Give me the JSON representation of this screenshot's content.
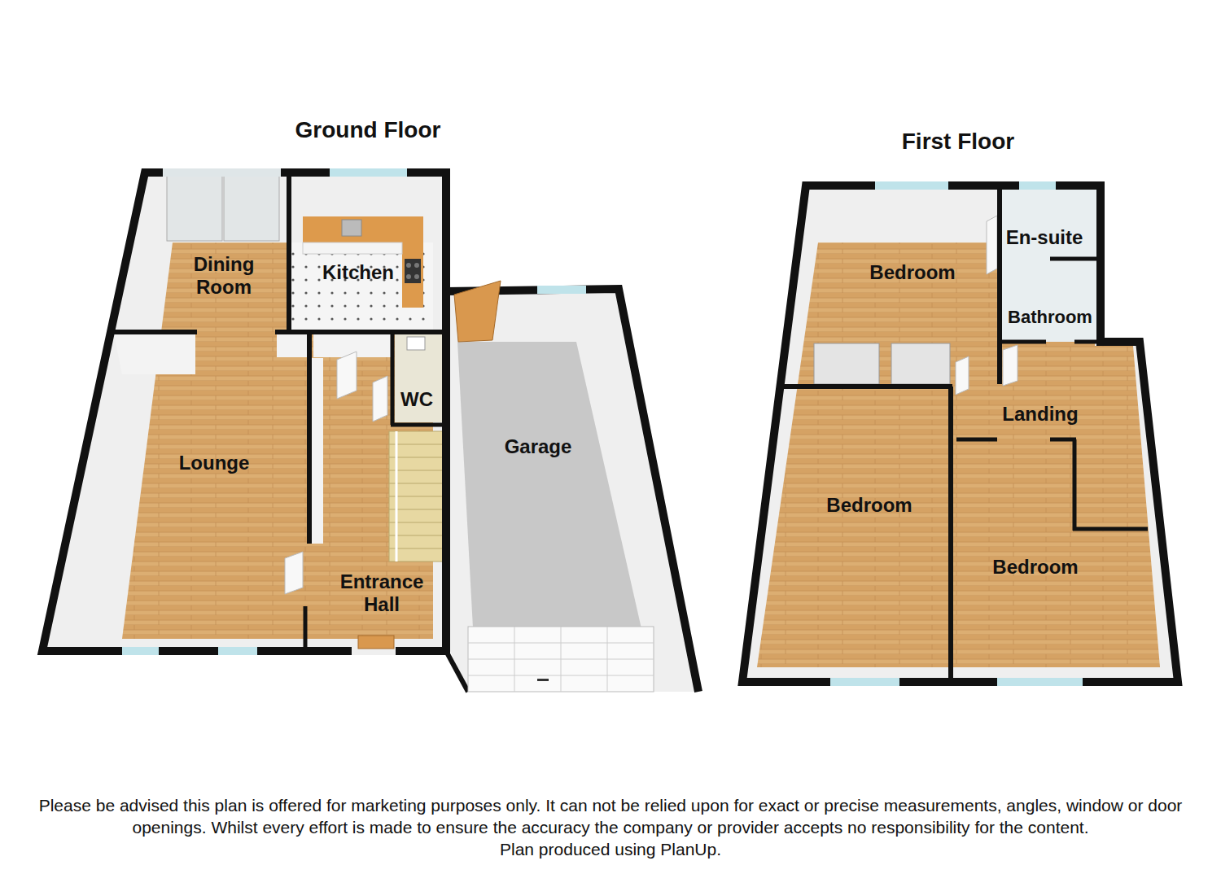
{
  "diagram": {
    "caption": "Please be advised this plan is offered for marketing purposes only. It can not be relied upon for exact or precise measurements, angles, window or door openings. Whilst every effort is made to ensure the accuracy the company or provider accepts no responsibility for the content.",
    "nodes": [
      {
        "text": [
          "Ground Floor"
        ]
      },
      {
        "text": [
          "Dining Room"
        ],
        "in": 0
      },
      {
        "text": [
          "Kitchen"
        ],
        "in": 0
      },
      {
        "text": [
          "Lounge"
        ],
        "in": 0
      },
      {
        "text": [
          "WC"
        ],
        "in": 0
      },
      {
        "text": [
          "Entrance Hall"
        ],
        "in": 0
      },
      {
        "text": [
          "Garage"
        ],
        "in": 0
      },
      {
        "text": [
          "First Floor"
        ]
      },
      {
        "text": [
          "Bedroom"
        ],
        "in": 7
      },
      {
        "text": [
          "En-suite"
        ],
        "in": 7
      },
      {
        "text": [
          "Bathroom"
        ],
        "in": 7
      },
      {
        "text": [
          "Landing"
        ],
        "in": 7
      },
      {
        "text": [
          "Bedroom"
        ],
        "in": 7
      },
      {
        "text": [
          "Bedroom"
        ],
        "in": 7
      }
    ],
    "labels": [
      "Plan produced using PlanUp."
    ]
  }
}
